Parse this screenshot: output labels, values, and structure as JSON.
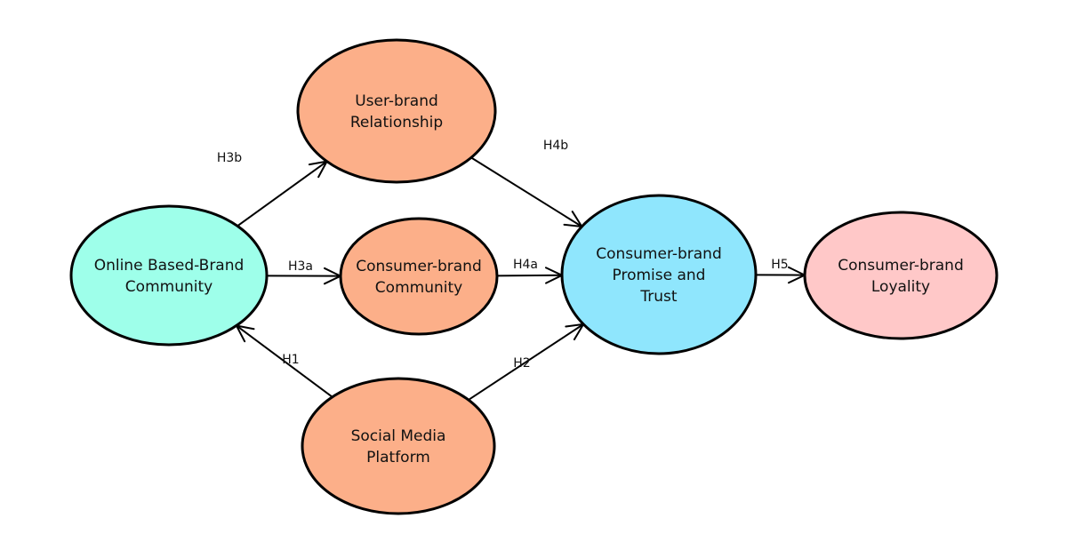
{
  "diagram": {
    "nodes": [
      {
        "id": "obc",
        "lines": [
          "Online Based-Brand",
          "Community"
        ],
        "fill": "#9effea"
      },
      {
        "id": "ubr",
        "lines": [
          "User-brand",
          "Relationship"
        ],
        "fill": "#fcaf89"
      },
      {
        "id": "cbc",
        "lines": [
          "Consumer-brand",
          "Community"
        ],
        "fill": "#fcaf89"
      },
      {
        "id": "smp",
        "lines": [
          "Social Media",
          "Platform"
        ],
        "fill": "#fcaf89"
      },
      {
        "id": "cbpt",
        "lines": [
          "Consumer-brand",
          "Promise and",
          "Trust"
        ],
        "fill": "#8fe6fd"
      },
      {
        "id": "cbl",
        "lines": [
          "Consumer-brand",
          "Loyality"
        ],
        "fill": "#ffc8c8"
      }
    ],
    "edges": [
      {
        "from": "obc",
        "to": "ubr",
        "label": "H3b"
      },
      {
        "from": "obc",
        "to": "cbc",
        "label": "H3a"
      },
      {
        "from": "smp",
        "to": "obc",
        "label": "H1"
      },
      {
        "from": "ubr",
        "to": "cbpt",
        "label": "H4b"
      },
      {
        "from": "cbc",
        "to": "cbpt",
        "label": "H4a"
      },
      {
        "from": "smp",
        "to": "cbpt",
        "label": "H2"
      },
      {
        "from": "cbpt",
        "to": "cbl",
        "label": "H5"
      }
    ]
  }
}
